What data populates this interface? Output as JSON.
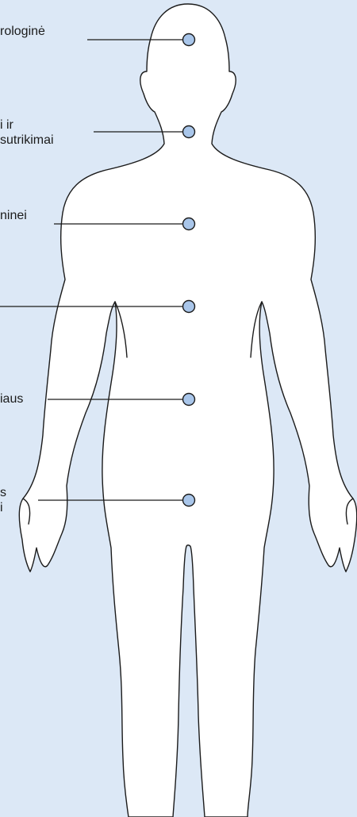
{
  "background_color": "#dce8f6",
  "marker_color": "#a9c6ea",
  "outline_color": "#1b1b1b",
  "figure_fill": "#ffffff",
  "labels": [
    {
      "lines": [
        "rologinė"
      ]
    },
    {
      "lines": [
        "i ir",
        "sutrikimai"
      ]
    },
    {
      "lines": [
        "ninei"
      ]
    },
    {
      "lines": [
        ""
      ]
    },
    {
      "lines": [
        "iaus"
      ]
    },
    {
      "lines": [
        "s",
        "i"
      ]
    }
  ]
}
